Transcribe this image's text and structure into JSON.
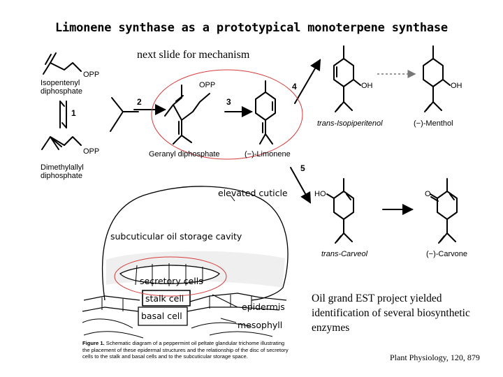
{
  "slide": {
    "title": "Limonene synthase as a prototypical monoterpene synthase",
    "subnote": "next slide for mechanism",
    "note": "Oil grand EST project yielded identification of several biosynthetic enzymes",
    "citation": "Plant Physiology, 120, 879"
  },
  "pathway": {
    "ipp_group": "OPP",
    "ipp_name_1": "Isopentenyl",
    "ipp_name_2": "diphosphate",
    "dmapp_group": "OPP",
    "dmapp_name_1": "Dimethylallyl",
    "dmapp_name_2": "diphosphate",
    "gpp_group": "OPP",
    "gpp_name": "Geranyl diphosphate",
    "limonene_name": "(−)-Limonene",
    "isopiperitenol_name": "trans-Isopiperitenol",
    "isopiperitenol_group": "OH",
    "menthol_name": "(−)-Menthol",
    "menthol_group": "OH",
    "carveol_name": "trans-Carveol",
    "carveol_group": "HO",
    "carvone_name": "(−)-Carvone",
    "carvone_group": "O",
    "step_1": "1",
    "step_2": "2",
    "step_3": "3",
    "step_4": "4",
    "step_5": "5"
  },
  "gland": {
    "elevated_cuticle": "elevated cuticle",
    "storage_cavity": "subcuticular oil storage cavity",
    "secretory_cells": "secretory cells",
    "stalk_cell": "stalk cell",
    "basal_cell": "basal cell",
    "epidermis": "epidermis",
    "mesophyll": "mesophyll",
    "figure_label": "Figure 1.",
    "figure_text": "Schematic diagram of a peppermint oil peltate glandular trichome illustrating the placement of these epidermal structures and the relationship of the disc of secretory cells to the stalk and basal cells and to the subcuticular storage space."
  },
  "colors": {
    "highlight_circle": "#d83b3b",
    "ink": "#000000",
    "dashed_arrow": "#777777"
  }
}
